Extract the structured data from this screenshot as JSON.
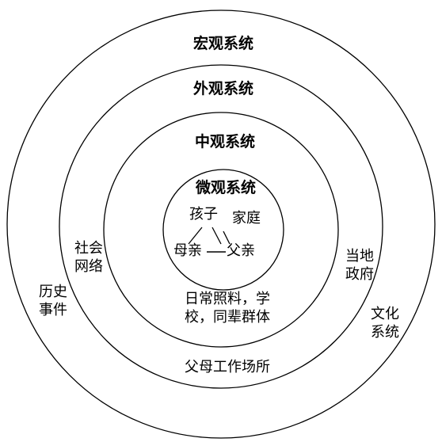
{
  "rings": {
    "macro": {
      "title": "宏观系统",
      "items": [
        [
          "历史",
          "事件"
        ],
        [
          "文化",
          "系统"
        ]
      ]
    },
    "exo": {
      "title": "外观系统",
      "items": [
        [
          "社会",
          "网络"
        ],
        [
          "当地",
          "政府"
        ]
      ],
      "bottom": "父母工作场所"
    },
    "meso": {
      "title": "中观系统",
      "bottom": [
        "日常照料，学",
        "校，同辈群体"
      ]
    },
    "micro": {
      "title": "微观系统",
      "child": "孩子",
      "family": "家庭",
      "mother": "母亲",
      "father": "父亲"
    }
  },
  "colors": {
    "line": "#000000",
    "background": "#ffffff"
  }
}
